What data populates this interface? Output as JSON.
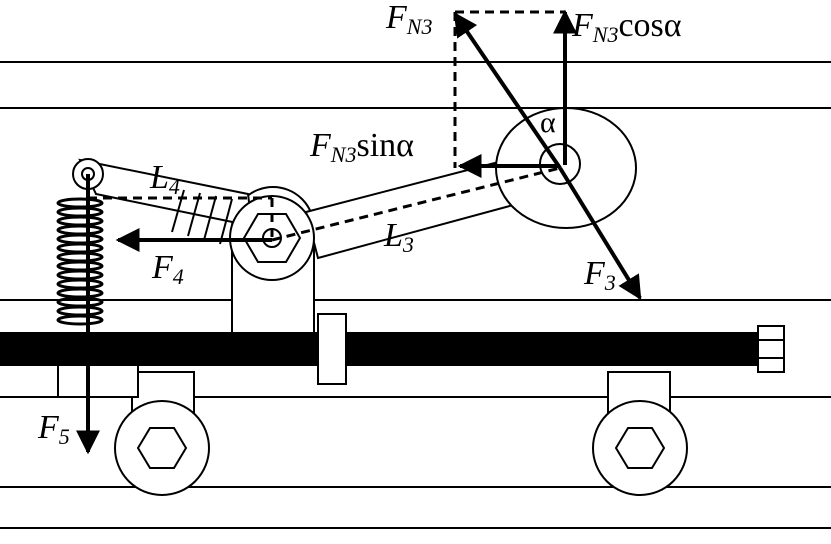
{
  "labels": {
    "fn3_top": {
      "main": "F",
      "sub": "N3"
    },
    "fn3_cos": {
      "main": "F",
      "sub": "N3",
      "tail": "cosα"
    },
    "fn3_sin": {
      "main": "F",
      "sub": "N3",
      "tail": "sinα"
    },
    "alpha": "α",
    "l4": {
      "main": "L",
      "sub": "4"
    },
    "l3": {
      "main": "L",
      "sub": "3"
    },
    "f3": {
      "main": "F",
      "sub": "3"
    },
    "f4": {
      "main": "F",
      "sub": "4"
    },
    "f5": {
      "main": "F",
      "sub": "5"
    }
  },
  "colors": {
    "ink": "#000000",
    "paper": "#ffffff"
  }
}
